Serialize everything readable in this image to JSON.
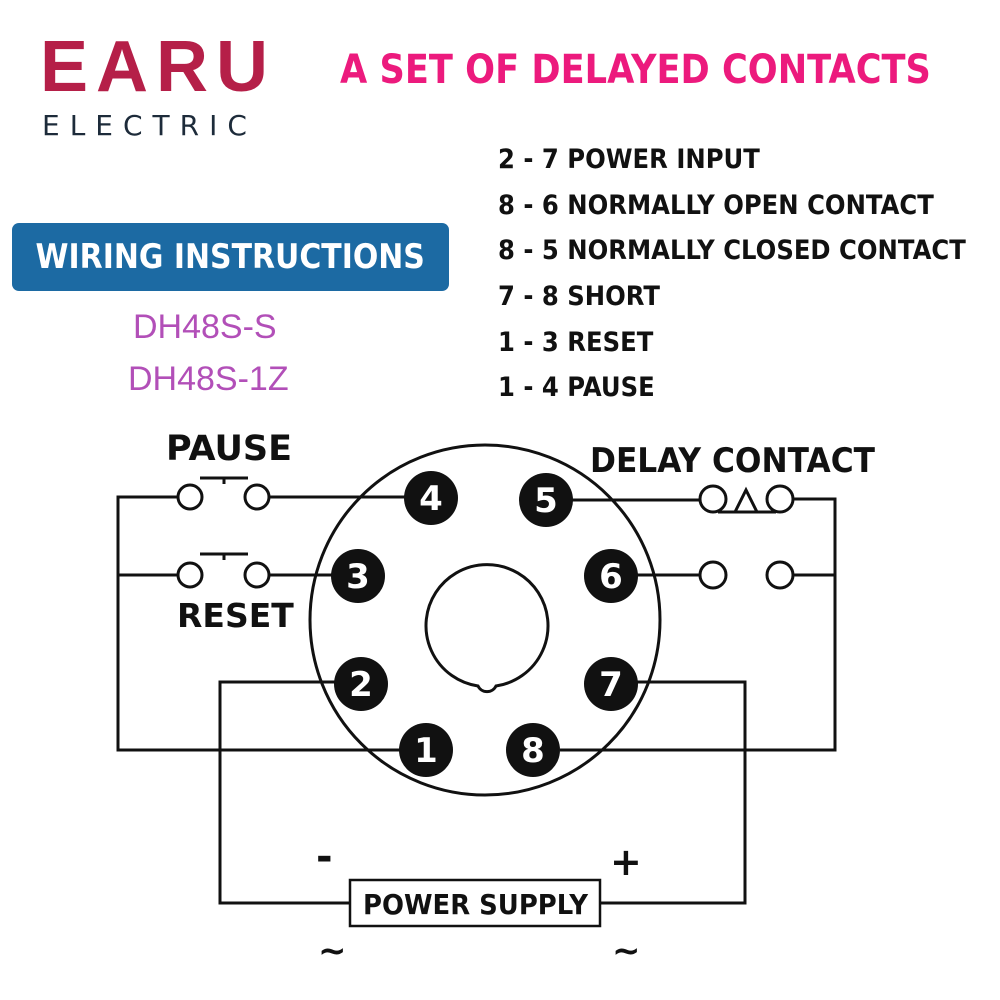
{
  "logo": {
    "brand": "EARU",
    "subtitle": "ELECTRIC"
  },
  "headline": "A SET OF DELAYED CONTACTS",
  "banner": "WIRING INSTRUCTIONS",
  "models": [
    "DH48S-S",
    "DH48S-1Z"
  ],
  "wiring_list": [
    "2 - 7 POWER INPUT",
    "8 - 6 NORMALLY OPEN CONTACT",
    "8 - 5 NORMALLY CLOSED CONTACT",
    "7 - 8 SHORT",
    "1 - 3 RESET",
    "1 - 4  PAUSE"
  ],
  "diagram": {
    "pause_label": "PAUSE",
    "reset_label": "RESET",
    "delay_contact_label": "DELAY CONTACT",
    "power_supply_label": "POWER SUPPLY",
    "minus": "-",
    "plus": "+",
    "ac_left": "~",
    "ac_right": "~",
    "pins": [
      "1",
      "2",
      "3",
      "4",
      "5",
      "6",
      "7",
      "8"
    ]
  },
  "colors": {
    "brand": "#b51f48",
    "headline": "#ec1a7d",
    "banner": "#1c6aa3",
    "models": "#b24fb8"
  }
}
